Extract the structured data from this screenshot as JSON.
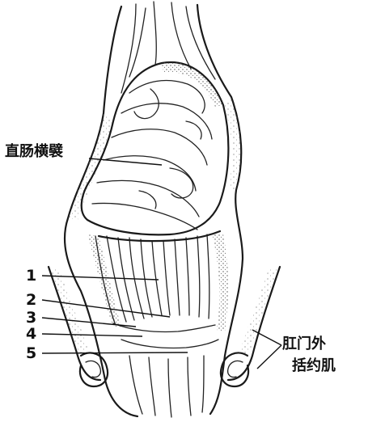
{
  "labels": {
    "transverse_fold": "直肠横襞",
    "external_sphincter": [
      "肛门外",
      "括约肌"
    ],
    "numbers": [
      "1",
      "2",
      "3",
      "4",
      "5"
    ]
  },
  "colors": {
    "ink": "#1a1a1a",
    "stipple": "#555555",
    "background": "#ffffff"
  }
}
